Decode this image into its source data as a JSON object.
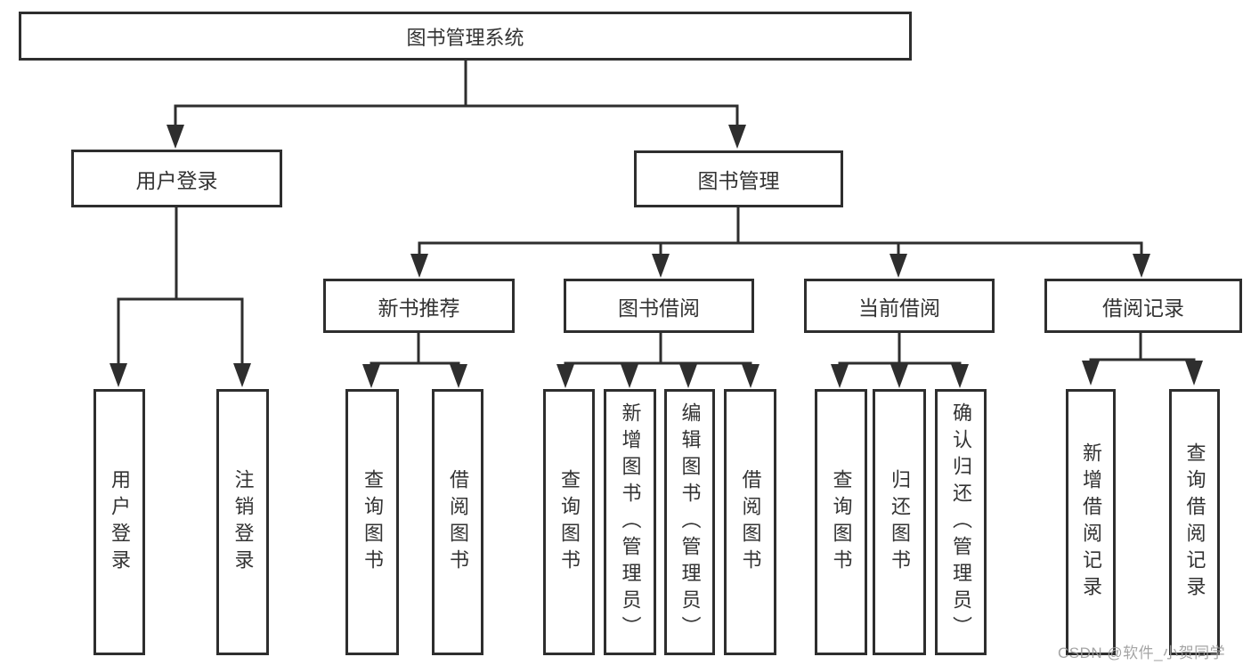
{
  "tree": {
    "root_label": "图书管理系统",
    "level2": [
      "用户登录",
      "图书管理"
    ],
    "level3": [
      "新书推荐",
      "图书借阅",
      "当前借阅",
      "借阅记录"
    ],
    "leaves": {
      "user_login": [
        "用户登录",
        "注销登录"
      ],
      "new_book": [
        "查询图书",
        "借阅图书"
      ],
      "book_borrow": [
        "查询图书",
        "新增图书（管理员）",
        "编辑图书（管理员）",
        "借阅图书"
      ],
      "current_borrow": [
        "查询图书",
        "归还图书",
        "确认归还（管理员）"
      ],
      "borrow_record": [
        "新增借阅记录",
        "查询借阅记录"
      ]
    }
  },
  "colors": {
    "line": "#2e2e2e",
    "text": "#333333",
    "watermark": "#9b9b9b",
    "background": "#ffffff"
  },
  "watermark_text": "CSDN @软件_小贺同学"
}
